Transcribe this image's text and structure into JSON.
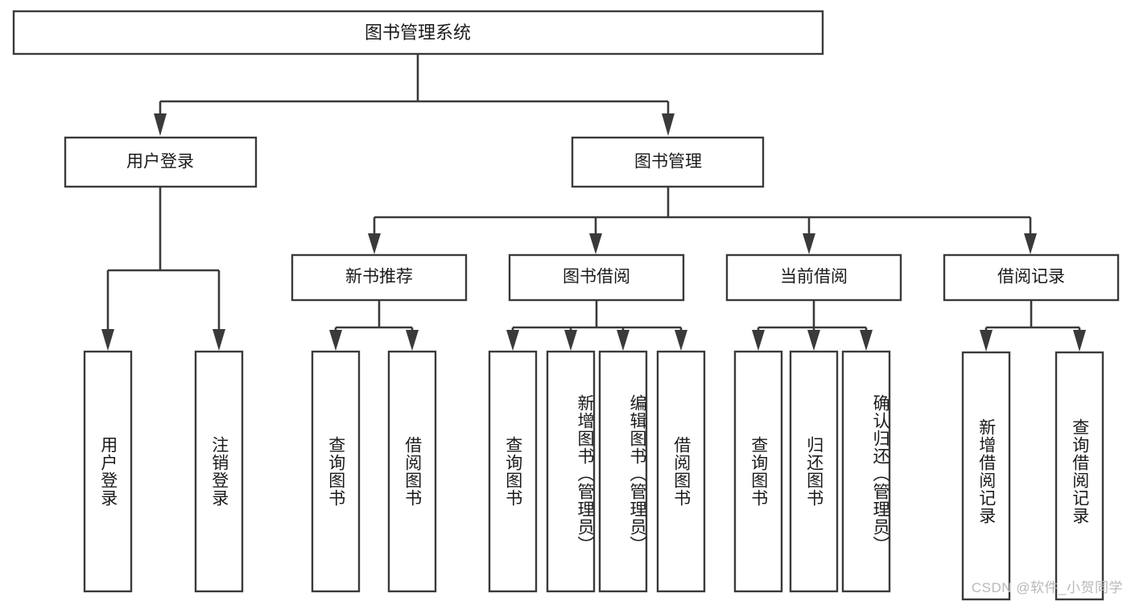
{
  "diagram": {
    "title": "图书管理系统",
    "type": "tree-hierarchy",
    "root": {
      "label": "图书管理系统"
    },
    "level2": [
      {
        "label": "用户登录"
      },
      {
        "label": "图书管理"
      }
    ],
    "level3": [
      {
        "label": "新书推荐"
      },
      {
        "label": "图书借阅"
      },
      {
        "label": "当前借阅"
      },
      {
        "label": "借阅记录"
      }
    ],
    "leaves": {
      "user_login": [
        {
          "label": "用户登录"
        },
        {
          "label": "注销登录"
        }
      ],
      "new_book_recommend": [
        {
          "label": "查询图书"
        },
        {
          "label": "借阅图书"
        }
      ],
      "book_borrow": [
        {
          "label": "查询图书"
        },
        {
          "label": "新增图书（管理员）"
        },
        {
          "label": "编辑图书（管理员）"
        },
        {
          "label": "借阅图书"
        }
      ],
      "current_borrow": [
        {
          "label": "查询图书"
        },
        {
          "label": "归还图书"
        },
        {
          "label": "确认归还（管理员）"
        }
      ],
      "borrow_record": [
        {
          "label": "新增借阅记录"
        },
        {
          "label": "查询借阅记录"
        }
      ]
    }
  },
  "watermark": {
    "text": "CSDN @软件_小贺同学"
  },
  "colors": {
    "stroke": "#3a3a3a",
    "box_fill": "#ffffff",
    "text": "#1b1b1b",
    "background": "#ffffff",
    "watermark": "#b9b9b9"
  }
}
